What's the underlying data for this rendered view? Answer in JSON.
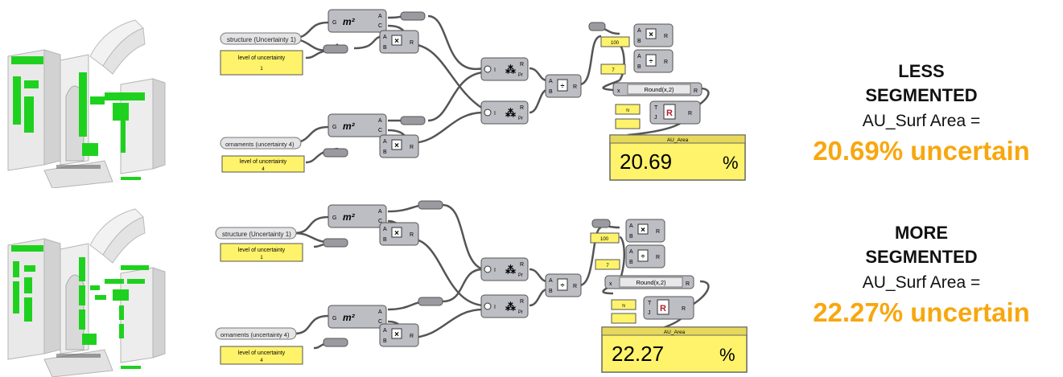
{
  "colors": {
    "highlight": "#1fd11f",
    "result_orange": "#f7a70f",
    "panel_yellow": "#fff36b",
    "component_grey": "#bdbdc4",
    "wire": "#555555"
  },
  "top": {
    "inputs": {
      "structure_label": "structure (Uncertainty 1)",
      "ornaments_label": "ornaments (uncertainty 4)",
      "level_label": "level of uncertainty",
      "level_structure_value": "1",
      "level_ornaments_value": "4"
    },
    "area_node": {
      "input": "G",
      "icon": "m²",
      "out_a": "A",
      "out_c": "C"
    },
    "mult_node": {
      "in_a": "A",
      "in_b": "B",
      "out": "R"
    },
    "mass_node": {
      "in": "I",
      "out_r": "R",
      "out_pr": "Pr"
    },
    "div_node": {
      "in_a": "A",
      "in_b": "B",
      "out": "R"
    },
    "constants": {
      "hundred": "100",
      "seven": "7",
      "n": "N"
    },
    "round_expr": "Round(x,2)",
    "round_in": "x",
    "round_out": "R",
    "formatter_in_t": "T",
    "formatter_in_j": "J",
    "au_title": "AU_Area",
    "au_value": "20.69",
    "au_unit": "%",
    "summary": {
      "title_line1": "LESS",
      "title_line2": "SEGMENTED",
      "formula": "AU_Surf Area =",
      "result": "20.69% uncertain"
    }
  },
  "bottom": {
    "inputs": {
      "structure_label": "structure (Uncertainty 1)",
      "ornaments_label": "ornaments (uncertainty 4)",
      "level_label": "level of uncertainty",
      "level_structure_value": "1",
      "level_ornaments_value": "4"
    },
    "constants": {
      "hundred": "100",
      "seven": "7",
      "n": "N"
    },
    "round_expr": "Round(x,2)",
    "au_title": "AU_Area",
    "au_value": "22.27",
    "au_unit": "%",
    "summary": {
      "title_line1": "MORE",
      "title_line2": "SEGMENTED",
      "formula": "AU_Surf Area =",
      "result": "22.27% uncertain"
    }
  }
}
